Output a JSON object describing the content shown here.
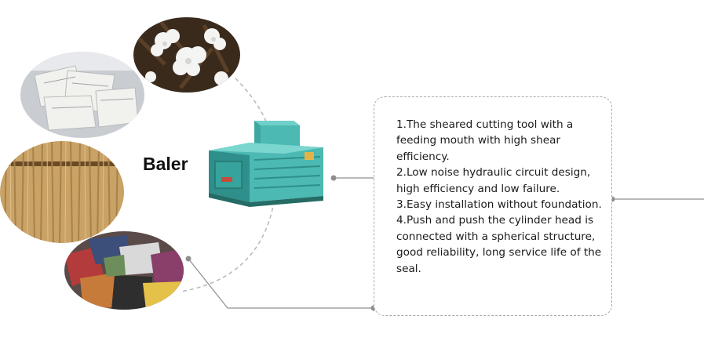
{
  "title": "Baler",
  "features": [
    "1.The sheared cutting tool with a feeding mouth with high shear efficiency.",
    "2.Low noise hydraulic circuit design, high efficiency and low failure.",
    "3.Easy installation without foundation.",
    "4.Push and push the cylinder head is connected with a spherical structure, good reliability, long service life of the seal."
  ],
  "colors": {
    "machine": "#4cb9b2",
    "machine_dark": "#2f8f8a",
    "line": "#8f8f8f",
    "border": "#a9a9a9"
  }
}
